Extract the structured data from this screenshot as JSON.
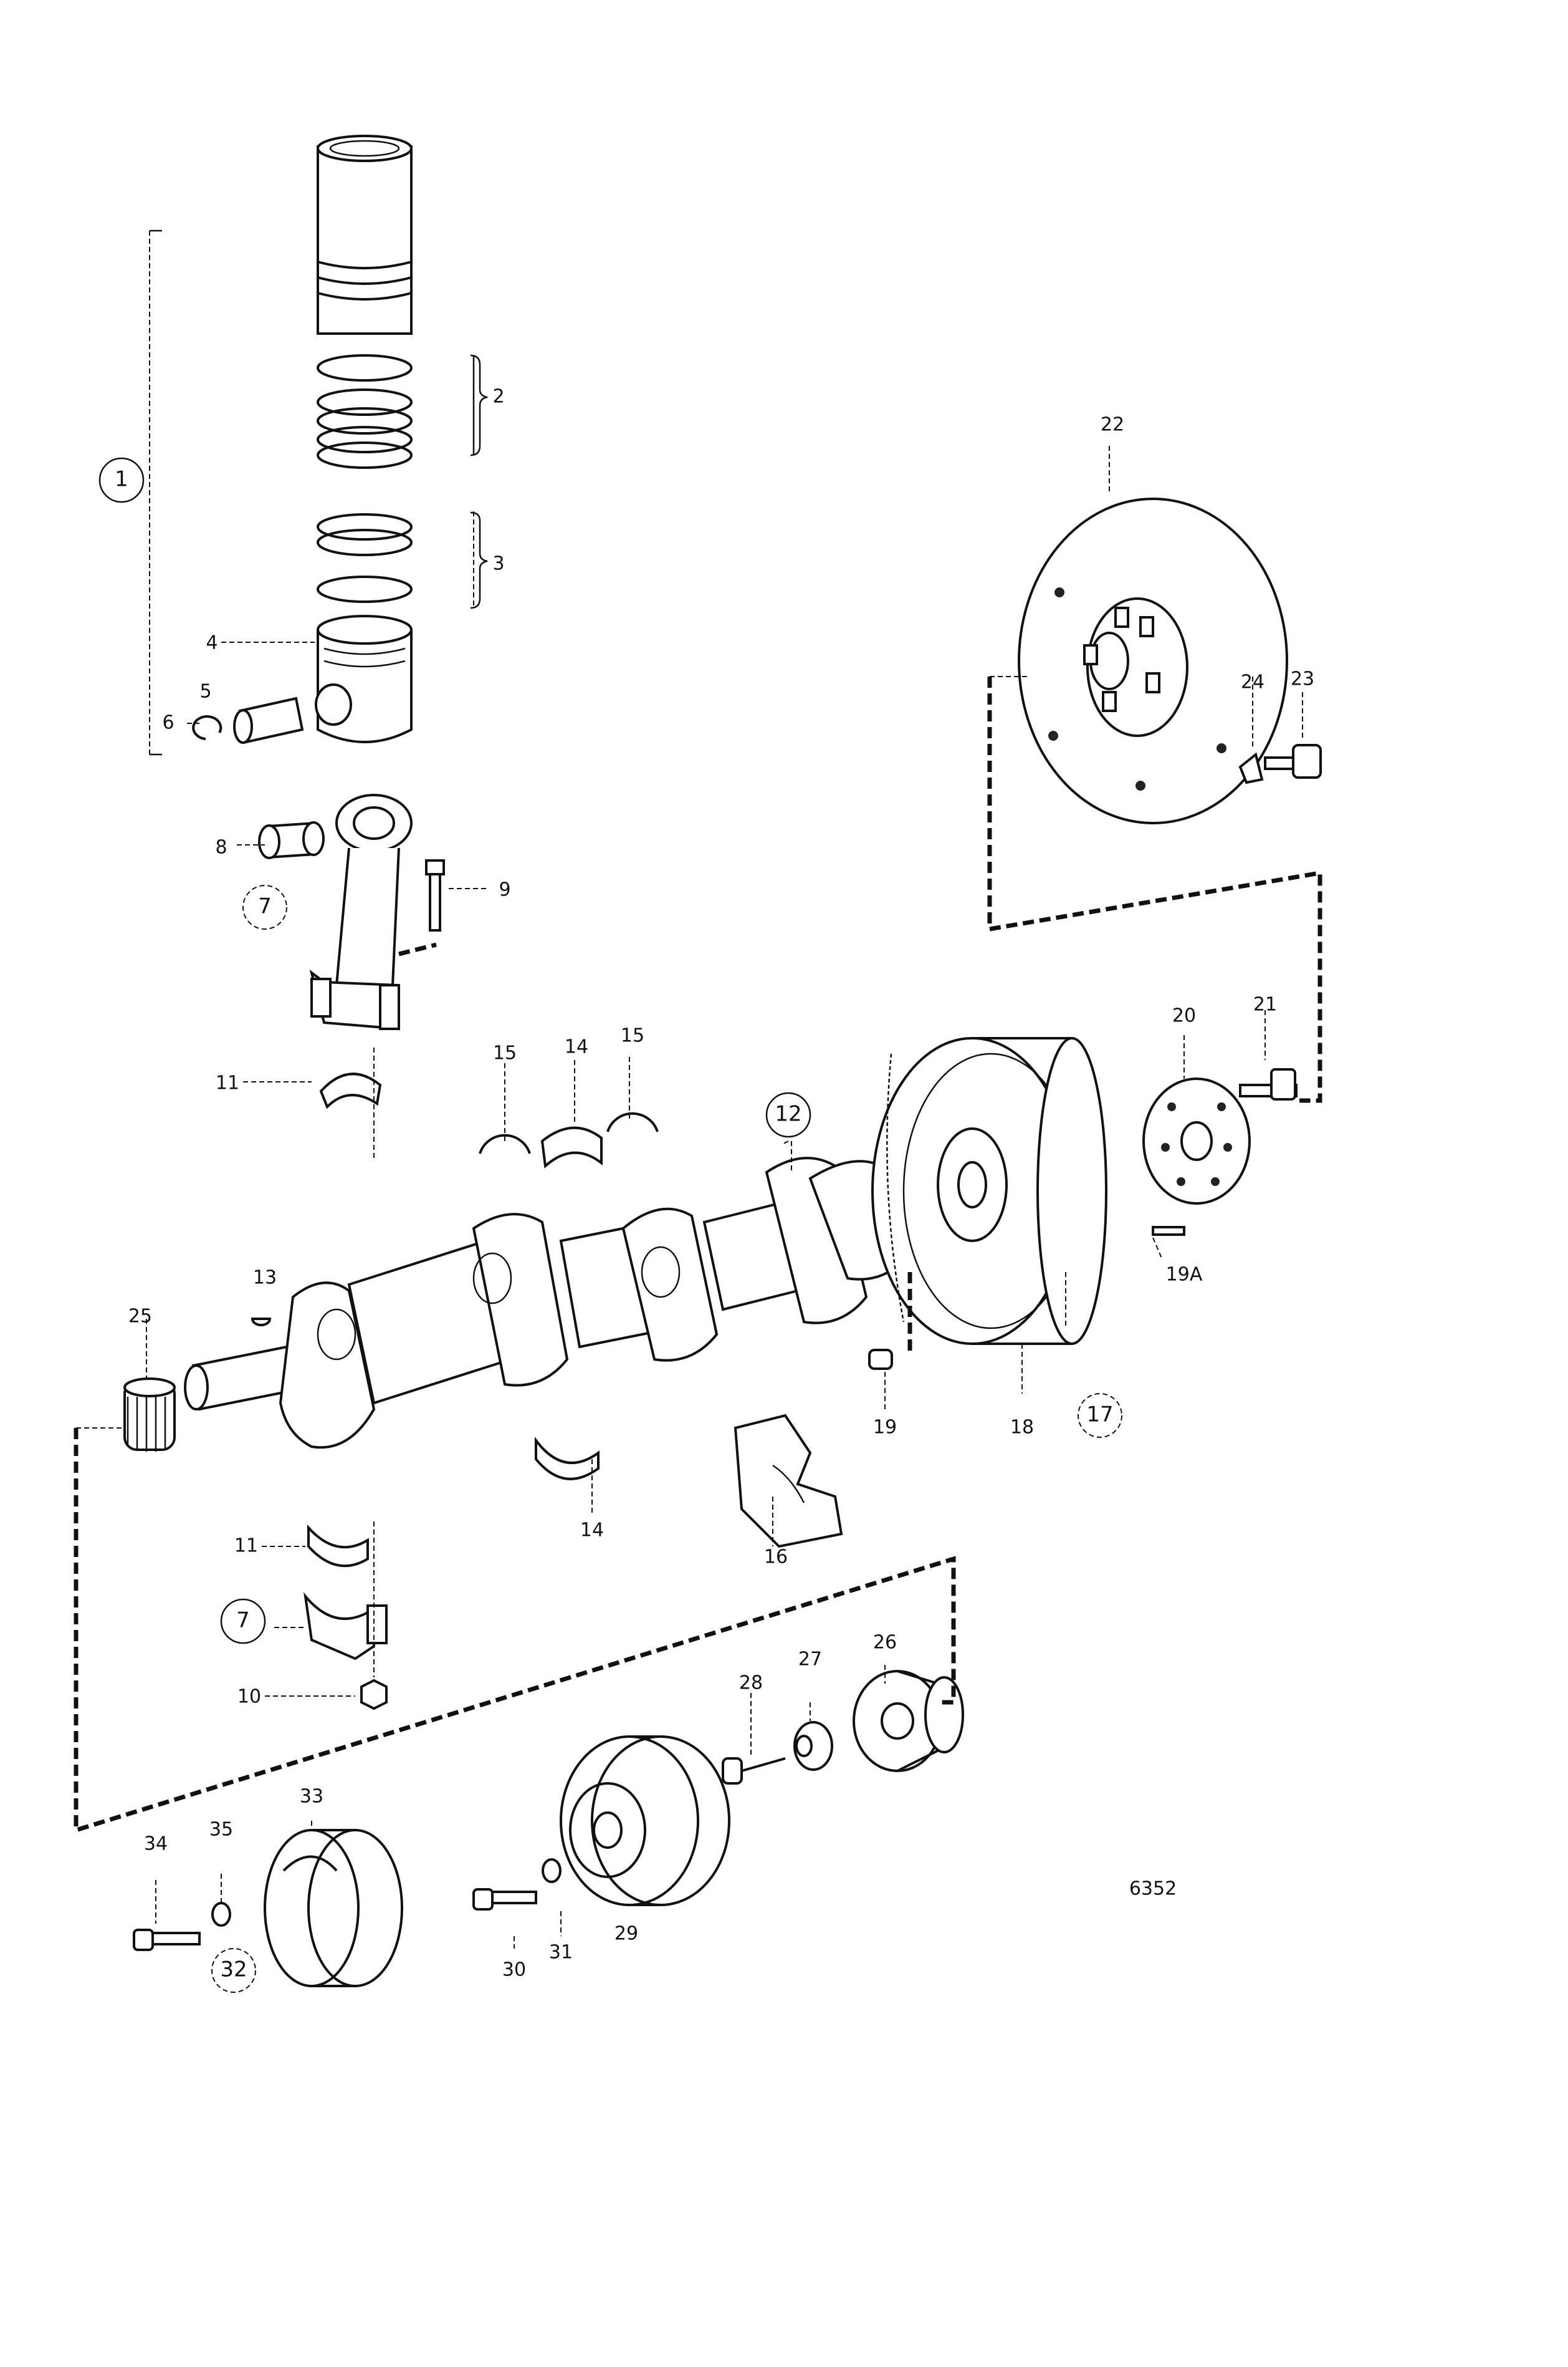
{
  "figure_number": "6352",
  "labels": {
    "l1": "1",
    "l2": "2",
    "l3": "3",
    "l4": "4",
    "l5": "5",
    "l6": "6",
    "l7a": "7",
    "l7b": "7",
    "l8": "8",
    "l9": "9",
    "l10": "10",
    "l11a": "11",
    "l11b": "11",
    "l12": "12",
    "l13": "13",
    "l14a": "14",
    "l14b": "14",
    "l15a": "15",
    "l15b": "15",
    "l16": "16",
    "l17": "17",
    "l18": "18",
    "l19": "19",
    "l19A": "19A",
    "l20": "20",
    "l21": "21",
    "l22": "22",
    "l23": "23",
    "l24": "24",
    "l25": "25",
    "l26": "26",
    "l27": "27",
    "l28": "28",
    "l29": "29",
    "l30": "30",
    "l31": "31",
    "l32": "32",
    "l33": "33",
    "l34": "34",
    "l35": "35"
  }
}
